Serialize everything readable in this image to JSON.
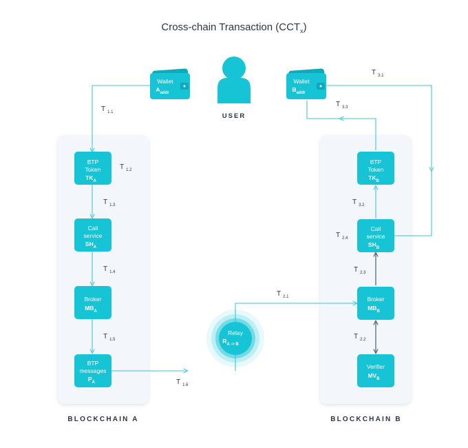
{
  "title": {
    "main": "Cross-chain Transaction (CCT",
    "sub": "x",
    "close": ")"
  },
  "user": {
    "label": "USER"
  },
  "wallets": {
    "a": {
      "label": "Wallet",
      "id": "A",
      "sub": "addr"
    },
    "b": {
      "label": "Wallet",
      "id": "B",
      "sub": "addr"
    }
  },
  "blockchain_a": {
    "label": "BLOCKCHAIN A",
    "nodes": {
      "token": {
        "line1": "BTP",
        "line2": "Token",
        "id": "TK",
        "sub": "A"
      },
      "call": {
        "line1": "Call",
        "line2": "service",
        "id": "SH",
        "sub": "A"
      },
      "broker": {
        "line1": "Broker",
        "id": "MB",
        "sub": "A"
      },
      "btp": {
        "line1": "BTP",
        "line2": "messages",
        "id": "P",
        "sub": "A"
      }
    }
  },
  "blockchain_b": {
    "label": "BLOCKCHAIN B",
    "nodes": {
      "token": {
        "line1": "BTP",
        "line2": "Token",
        "id": "TK",
        "sub": "B"
      },
      "call": {
        "line1": "Call",
        "line2": "service",
        "id": "SH",
        "sub": "B"
      },
      "broker": {
        "line1": "Broker",
        "id": "MB",
        "sub": "B"
      },
      "verifier": {
        "line1": "Verifier",
        "id": "MV",
        "sub": "B"
      }
    }
  },
  "relay": {
    "label": "Relay",
    "id": "R",
    "sub": "A -> B"
  },
  "transitions": {
    "t11": {
      "main": "T",
      "sub": "1.1"
    },
    "t12": {
      "main": "T",
      "sub": "1.2"
    },
    "t13": {
      "main": "T",
      "sub": "1.3"
    },
    "t14": {
      "main": "T",
      "sub": "1.4"
    },
    "t15": {
      "main": "T",
      "sub": "1.5"
    },
    "t16": {
      "main": "T",
      "sub": "1.6"
    },
    "t21": {
      "main": "T",
      "sub": "2.1"
    },
    "t22": {
      "main": "T",
      "sub": "2.2"
    },
    "t23": {
      "main": "T",
      "sub": "2.3"
    },
    "t24": {
      "main": "T",
      "sub": "2.4"
    },
    "t31": {
      "main": "T",
      "sub": "3.1"
    },
    "t32": {
      "main": "T",
      "sub": "3.2"
    },
    "t33": {
      "main": "T",
      "sub": "3.3"
    }
  },
  "colors": {
    "node": "#17c4d6",
    "node_dark": "#0ea9bd",
    "line": "#5fd0de",
    "line_dark": "#5b6675",
    "panel": "#f3f6fa",
    "text": "#2b3546"
  }
}
